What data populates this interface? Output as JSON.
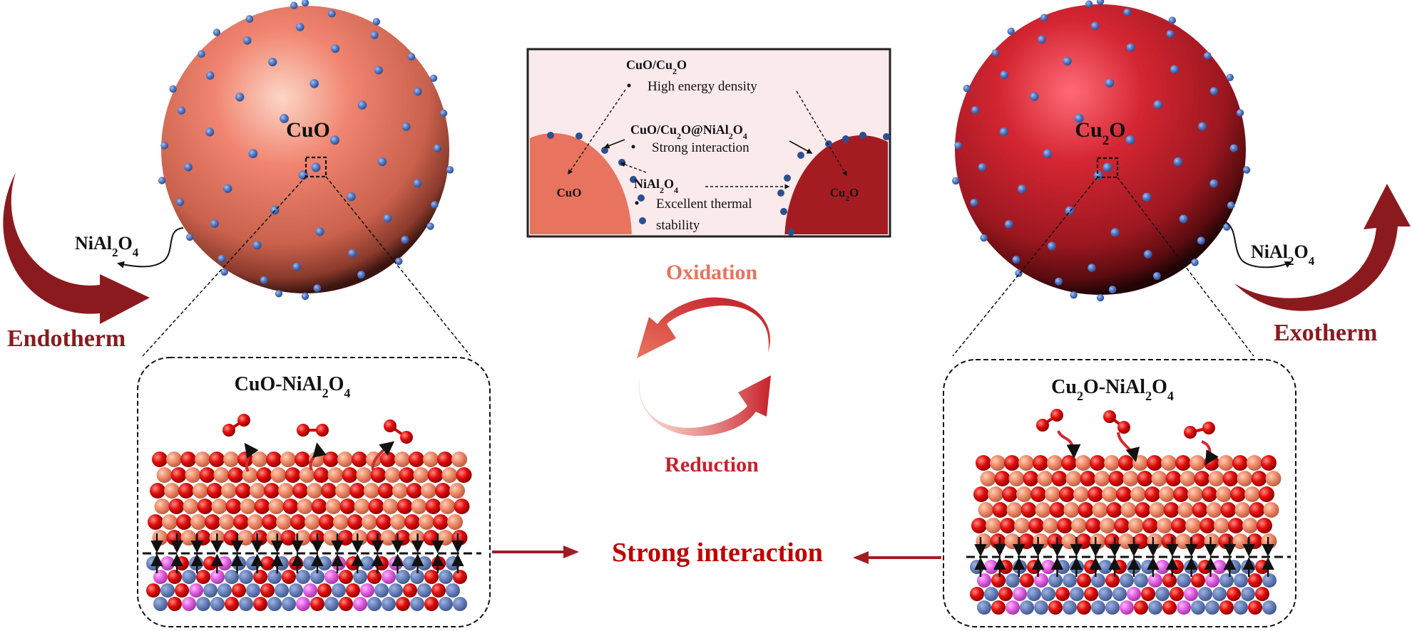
{
  "left_particle": {
    "label": "CuO",
    "support_label": "NiAl",
    "support_sub1": "2",
    "support_mid": "O",
    "support_sub2": "4",
    "heat_label": "Endotherm",
    "model_title_main": "CuO-NiAl",
    "model_title_sub1": "2",
    "model_title_mid": "O",
    "model_title_sub2": "4"
  },
  "right_particle": {
    "label_main": "Cu",
    "label_sub": "2",
    "label_end": "O",
    "support_label": "NiAl",
    "support_sub1": "2",
    "support_mid": "O",
    "support_sub2": "4",
    "heat_label": "Exotherm",
    "model_title_main": "Cu",
    "model_title_sub0": "2",
    "model_title_mid0": "O-NiAl",
    "model_title_sub1": "2",
    "model_title_mid": "O",
    "model_title_sub2": "4"
  },
  "inset": {
    "heading1_a": "CuO/Cu",
    "heading1_sub": "2",
    "heading1_b": "O",
    "bullet1": "High energy density",
    "heading2_a": "CuO/Cu",
    "heading2_sub": "2",
    "heading2_b": "O@NiAl",
    "heading2_sub2": "2",
    "heading2_c": "O",
    "heading2_sub3": "4",
    "bullet2": "Strong interaction",
    "heading3_a": "NiAl",
    "heading3_sub": "2",
    "heading3_b": "O",
    "heading3_sub2": "4",
    "bullet3_line1": "Excellent thermal",
    "bullet3_line2": "stability",
    "left_label": "CuO",
    "right_label_a": "Cu",
    "right_label_sub": "2",
    "right_label_b": "O"
  },
  "cycle": {
    "oxidation_label": "Oxidation",
    "reduction_label": "Reduction"
  },
  "interface": {
    "label": "Strong interaction"
  },
  "colors": {
    "cuo": "#e8735e",
    "cu2o": "#b3171f",
    "support_dot": "#4a6fb5",
    "heat_arrow": "#8b1a1f",
    "oxidation": "#e8735e",
    "reduction": "#c8202a",
    "interaction": "#c00000",
    "inset_bg": "#fbeaec"
  }
}
